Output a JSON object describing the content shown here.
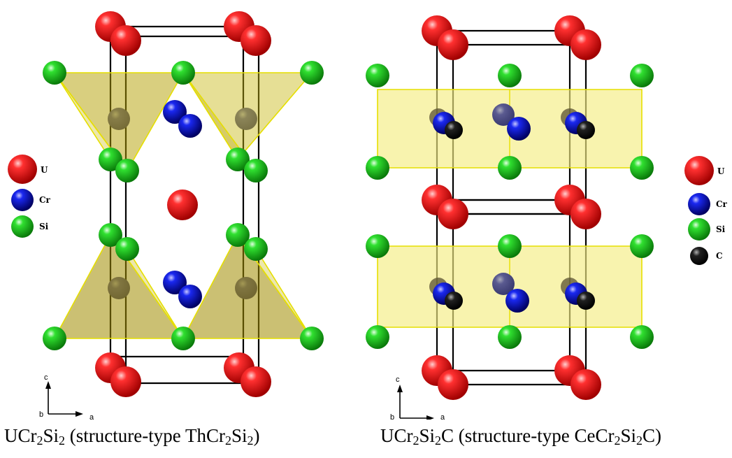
{
  "colors": {
    "U": "#e80000",
    "Cr": "#0010d8",
    "Si": "#22cc22",
    "C": "#000000",
    "polyhedra": "#c8b000",
    "layer": "#f4ee96"
  },
  "panels": [
    {
      "legend": [
        {
          "element": "U",
          "label": "U"
        },
        {
          "element": "Cr",
          "label": "Cr"
        },
        {
          "element": "Si",
          "label": "Si"
        }
      ],
      "axes": {
        "vertical": "c",
        "depth": "b",
        "horizontal": "a"
      },
      "caption": {
        "formula": [
          "UCr",
          "2",
          "Si",
          "2"
        ],
        "type_text": " (structure-type ",
        "type_formula": [
          "ThCr",
          "2",
          "Si",
          "2"
        ],
        "close": ")"
      }
    },
    {
      "legend": [
        {
          "element": "U",
          "label": "U"
        },
        {
          "element": "Cr",
          "label": "Cr"
        },
        {
          "element": "Si",
          "label": "Si"
        },
        {
          "element": "C",
          "label": "C"
        }
      ],
      "axes": {
        "vertical": "c",
        "depth": "b",
        "horizontal": "a"
      },
      "caption": {
        "formula": [
          "UCr",
          "2",
          "Si",
          "2",
          "C",
          ""
        ],
        "type_text": " (structure-type ",
        "type_formula": [
          "CeCr",
          "2",
          "Si",
          "2",
          "C",
          ""
        ],
        "close": ")"
      }
    }
  ]
}
